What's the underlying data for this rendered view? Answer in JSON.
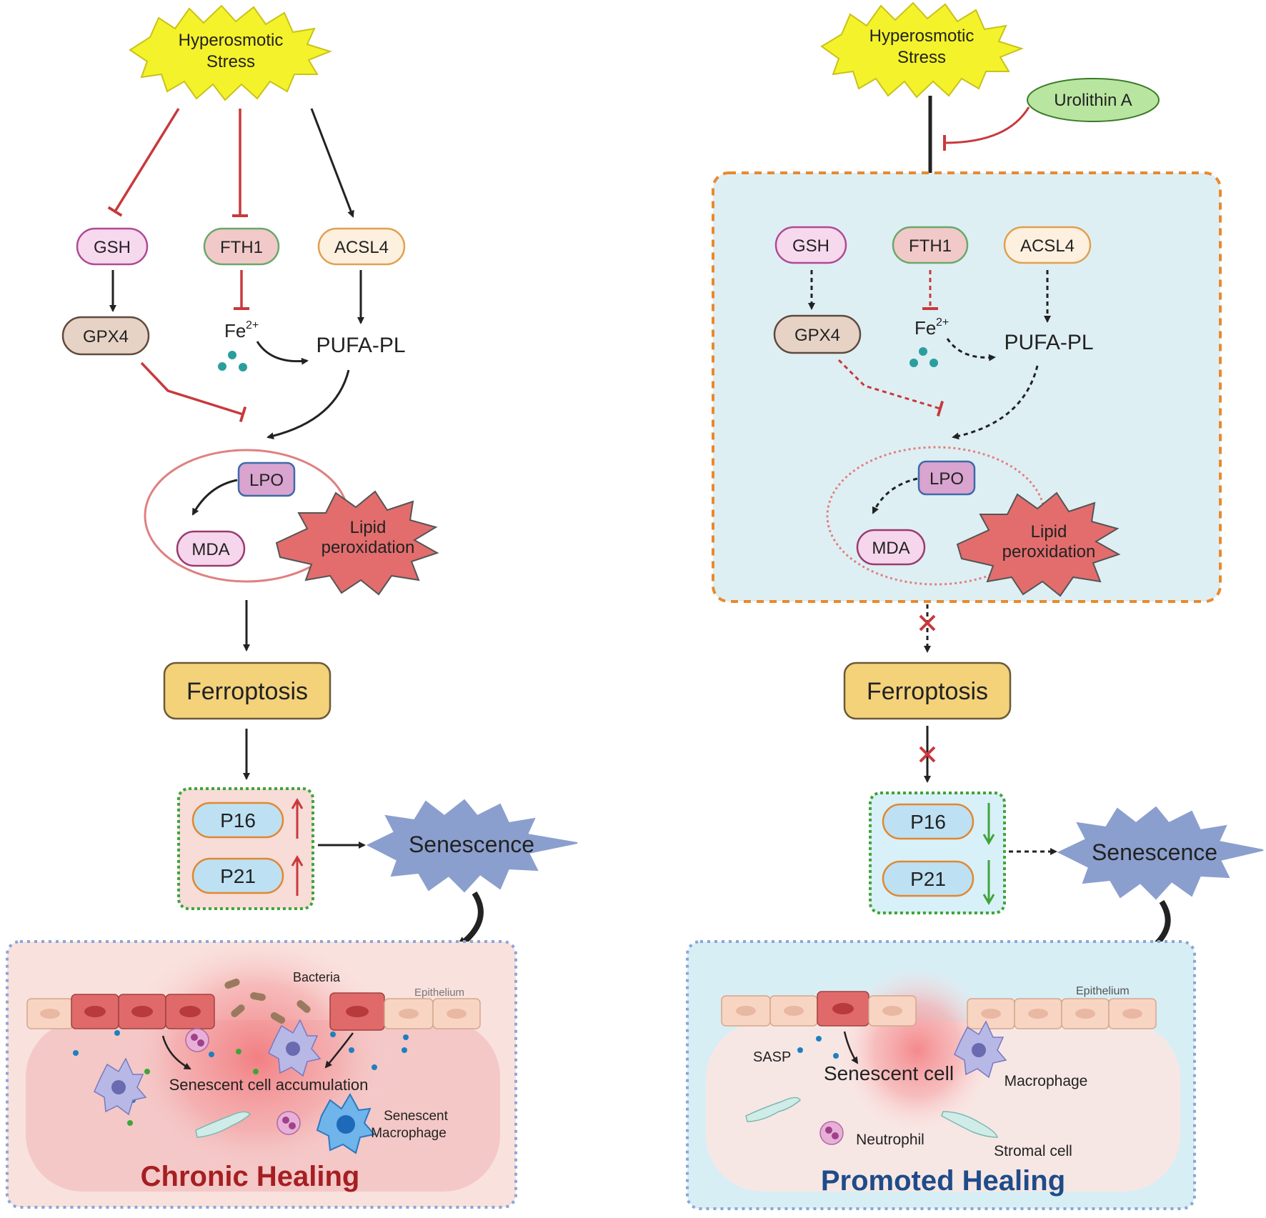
{
  "left": {
    "stress": [
      "Hyperosmotic",
      "Stress"
    ],
    "gsh": "GSH",
    "fth1": "FTH1",
    "acsl4": "ACSL4",
    "gpx4": "GPX4",
    "fe": "Fe",
    "fe_sup": "2+",
    "pufa": "PUFA-PL",
    "lpo": "LPO",
    "mda": "MDA",
    "lipid": [
      "Lipid",
      "peroxidation"
    ],
    "ferroptosis": "Ferroptosis",
    "p16": "P16",
    "p21": "P21",
    "senescence": "Senescence",
    "bacteria": "Bacteria",
    "epithelium": "Epithelium",
    "accumulation": "Senescent cell accumulation",
    "senescent_macrophage": [
      "Senescent",
      "Macrophage"
    ],
    "healing": "Chronic Healing"
  },
  "right": {
    "stress": [
      "Hyperosmotic",
      "Stress"
    ],
    "urolithin": "Urolithin A",
    "gsh": "GSH",
    "fth1": "FTH1",
    "acsl4": "ACSL4",
    "gpx4": "GPX4",
    "fe": "Fe",
    "fe_sup": "2+",
    "pufa": "PUFA-PL",
    "lpo": "LPO",
    "mda": "MDA",
    "lipid": [
      "Lipid",
      "peroxidation"
    ],
    "ferroptosis": "Ferroptosis",
    "p16": "P16",
    "p21": "P21",
    "senescence": "Senescence",
    "epithelium": "Epithelium",
    "sasp": "SASP",
    "senescent_cell": "Senescent cell",
    "macrophage": "Macrophage",
    "neutrophil": "Neutrophil",
    "stromal": "Stromal cell",
    "healing": "Promoted Healing"
  },
  "colors": {
    "inhibit_red": "#c8393c",
    "activate_black": "#222222",
    "stress_yellow": "#f4f22a",
    "ferroptosis_fill": "#f3d27a",
    "senescence_fill": "#8b9fce",
    "lipid_fill": "#e36d6d",
    "p_box_fill": "#bde0f3",
    "up_arrow": "#c8393c",
    "down_arrow": "#3fa43a",
    "chronic_title": "#a51f22",
    "promoted_title": "#1e4c8a",
    "urolithin_fill": "#b8e6a0"
  }
}
